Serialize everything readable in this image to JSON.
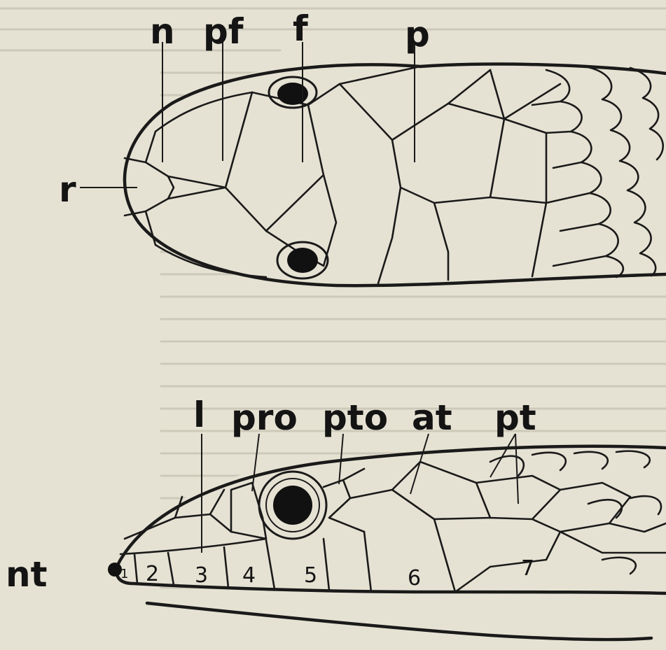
{
  "top_figure": {
    "labels": {
      "n": "n",
      "pf": "pf",
      "f": "f",
      "p": "p",
      "r": "r"
    }
  },
  "bottom_figure": {
    "labels": {
      "l": "l",
      "pro": "pro",
      "pto": "pto",
      "at": "at",
      "pt": "pt",
      "nt": "nt"
    },
    "supralabial_numbers": [
      "1",
      "2",
      "3",
      "4",
      "5",
      "6",
      "7"
    ]
  },
  "colors": {
    "paper": "#e6e2d3",
    "ink": "#1a1a1a",
    "background_text": "#b9b5a6"
  }
}
